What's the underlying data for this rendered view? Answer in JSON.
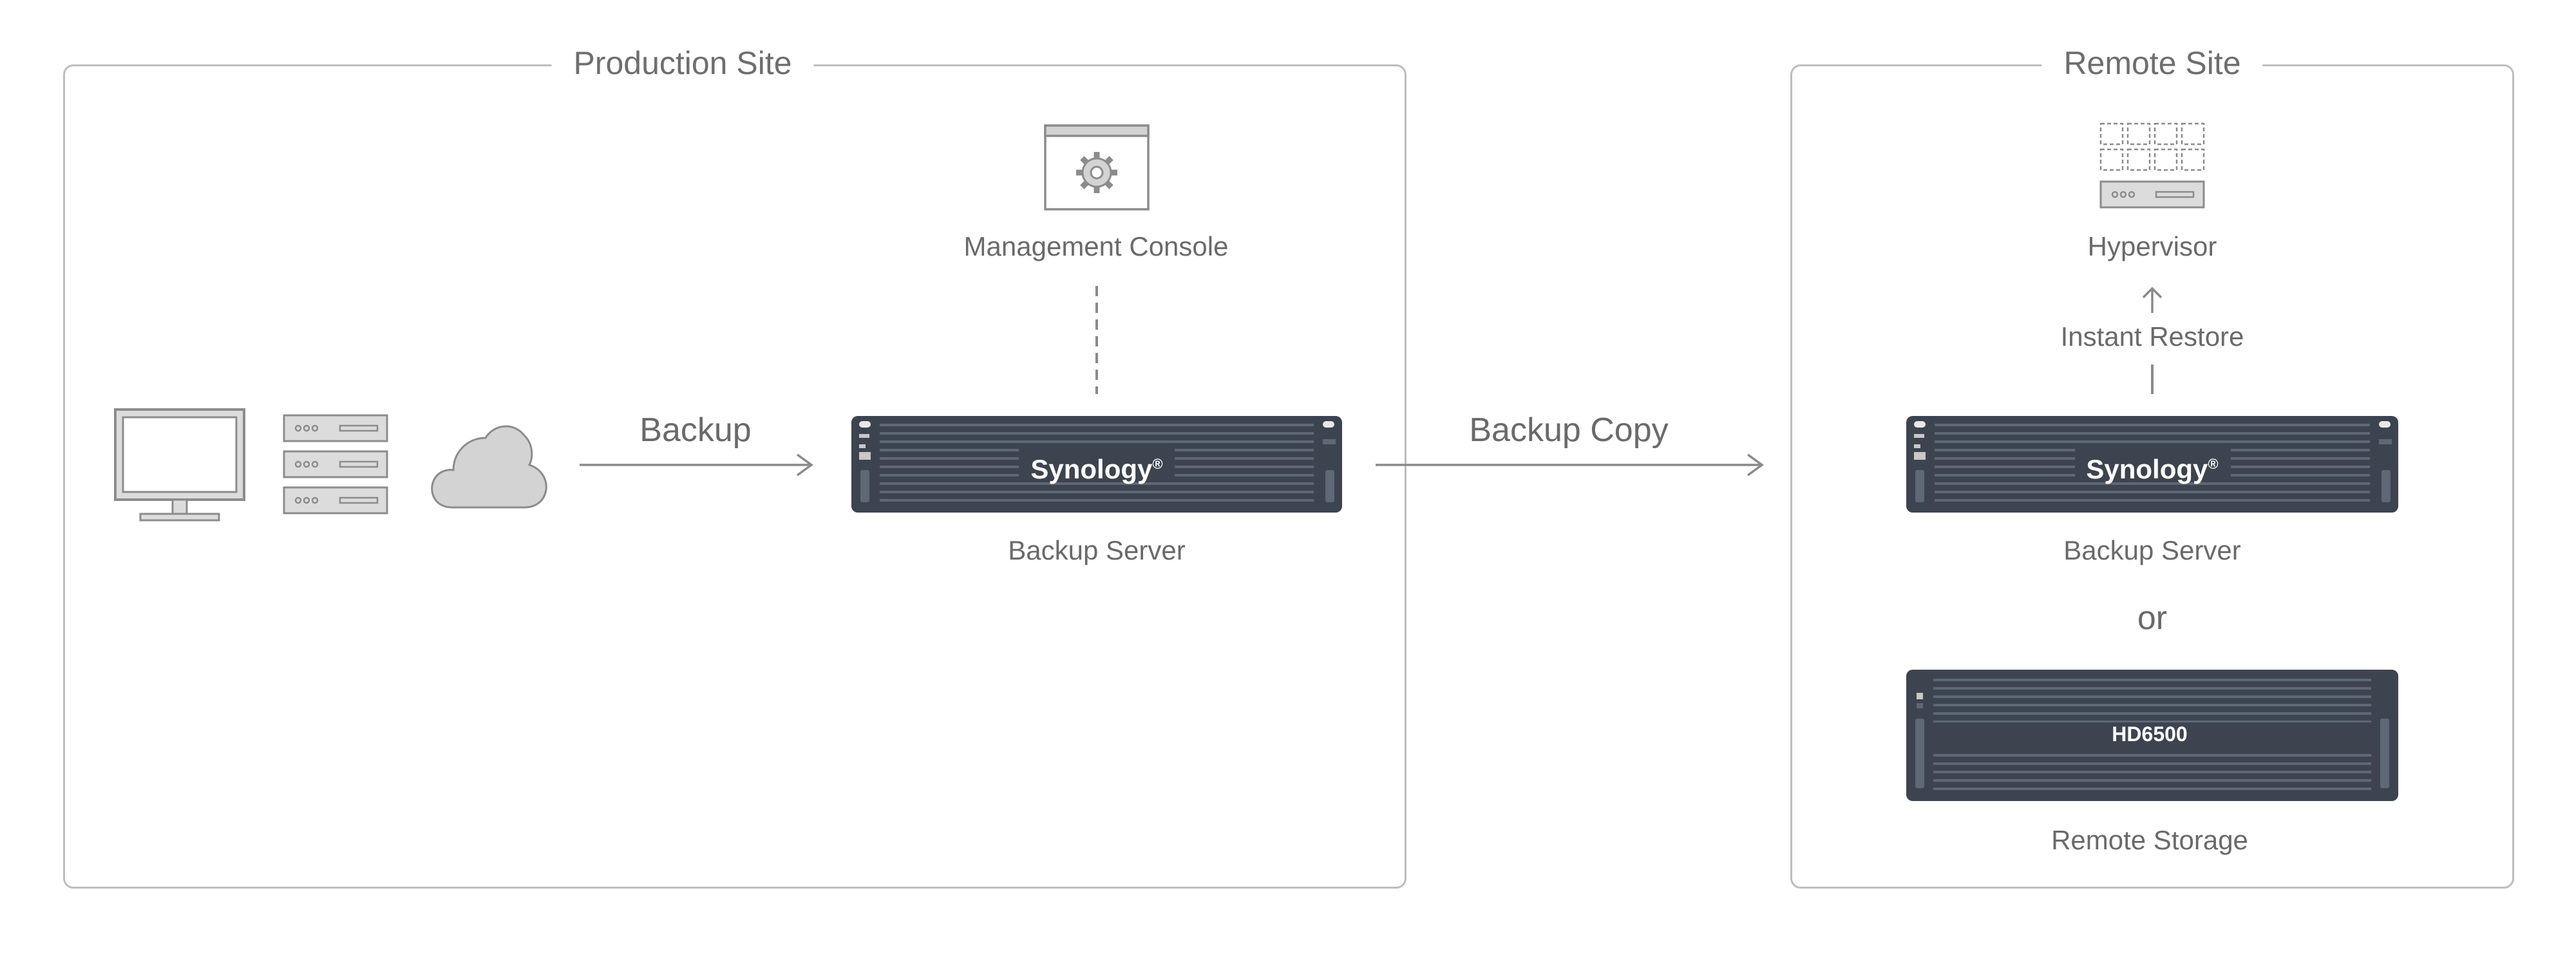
{
  "production_site": {
    "title": "Production Site",
    "backup_label": "Backup",
    "management_console_label": "Management Console",
    "backup_server": {
      "brand": "Synology",
      "registered_mark": "®",
      "label": "Backup Server"
    }
  },
  "backup_copy_label": "Backup Copy",
  "remote_site": {
    "title": "Remote Site",
    "hypervisor_label": "Hypervisor",
    "instant_restore_label": "Instant Restore",
    "backup_server": {
      "brand": "Synology",
      "registered_mark": "®",
      "label": "Backup Server"
    },
    "or_label": "or",
    "remote_storage": {
      "model": "HD6500",
      "label": "Remote Storage"
    }
  },
  "icons": {
    "computer": "monitor-icon",
    "servers": "server-stack-icon",
    "cloud": "cloud-icon",
    "console": "gear-window-icon",
    "hypervisor": "hypervisor-icon"
  },
  "colors": {
    "frame": "#bdbdbd",
    "text": "#6b6b6b",
    "device_body": "#3d4450",
    "icon_fill": "#d3d3d3",
    "icon_stroke": "#8c8c8c"
  }
}
